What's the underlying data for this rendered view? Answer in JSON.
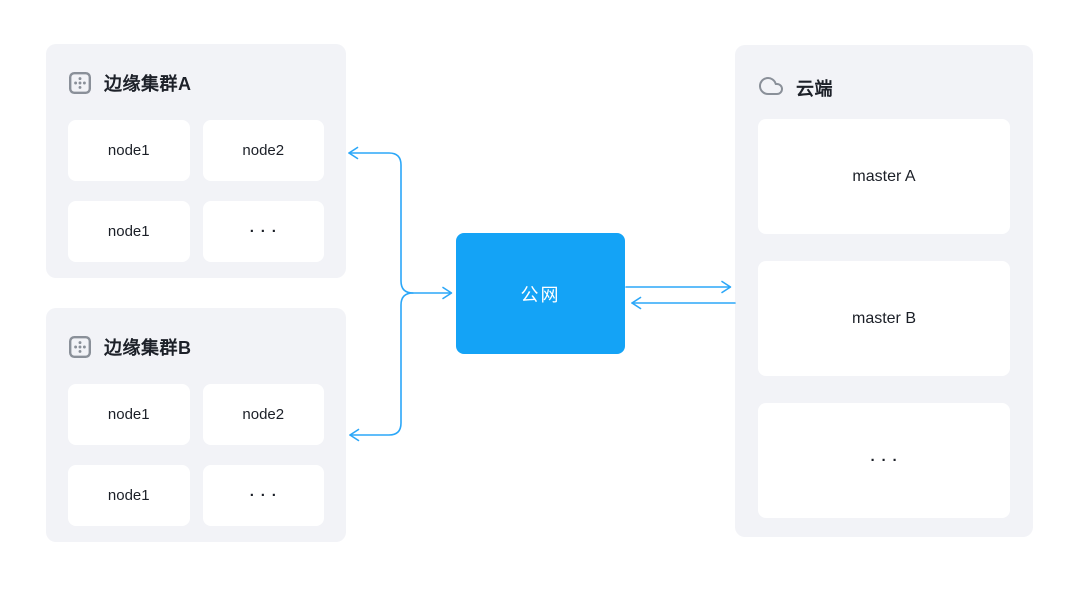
{
  "diagram": {
    "edge_clusters": [
      {
        "title": "边缘集群A",
        "icon": "cluster-grid-icon",
        "nodes": [
          "node1",
          "node2",
          "node1",
          "···"
        ]
      },
      {
        "title": "边缘集群B",
        "icon": "cluster-grid-icon",
        "nodes": [
          "node1",
          "node2",
          "node1",
          "···"
        ]
      }
    ],
    "public_network": {
      "label": "公网"
    },
    "cloud": {
      "title": "云端",
      "icon": "cloud-icon",
      "masters": [
        "master A",
        "master B",
        "···"
      ]
    },
    "connections": [
      {
        "from": "公网",
        "to": "边缘集群A",
        "style": "curved",
        "arrows": "both-ends"
      },
      {
        "from": "公网",
        "to": "边缘集群B",
        "style": "curved",
        "arrows": "into-cluster"
      },
      {
        "from": "公网",
        "to": "云端",
        "style": "straight",
        "arrows": "into-cloud"
      },
      {
        "from": "云端",
        "to": "公网",
        "style": "straight",
        "arrows": "into-network"
      }
    ],
    "colors": {
      "network_blue": "#14A3F6",
      "arrow_blue": "#2BA7F8",
      "panel_gray": "#F2F3F7",
      "card_white": "#FFFFFF",
      "text_dark": "#1D2129",
      "icon_gray": "#8A9099"
    }
  }
}
